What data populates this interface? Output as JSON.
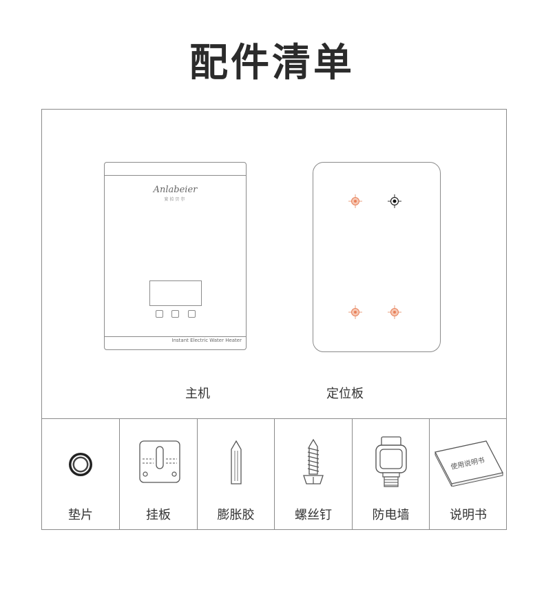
{
  "title": "配件清单",
  "main_unit": {
    "caption": "主机",
    "brand": "Anlabeier",
    "brand_sub": "安拉贝尔",
    "model_text": "Instant Electric Water Heater"
  },
  "board": {
    "caption": "定位板"
  },
  "accessories": [
    {
      "label": "垫片",
      "icon": "washer-icon"
    },
    {
      "label": "挂板",
      "icon": "hanging-plate-icon"
    },
    {
      "label": "膨胀胶",
      "icon": "expansion-plug-icon"
    },
    {
      "label": "螺丝钉",
      "icon": "screw-icon"
    },
    {
      "label": "防电墙",
      "icon": "anti-electric-wall-icon"
    },
    {
      "label": "说明书",
      "icon": "manual-icon",
      "manual_cover_text": "使用说明书"
    }
  ],
  "colors": {
    "line": "#8a8a8a",
    "marker_accent": "#e8805a",
    "text": "#333333"
  }
}
